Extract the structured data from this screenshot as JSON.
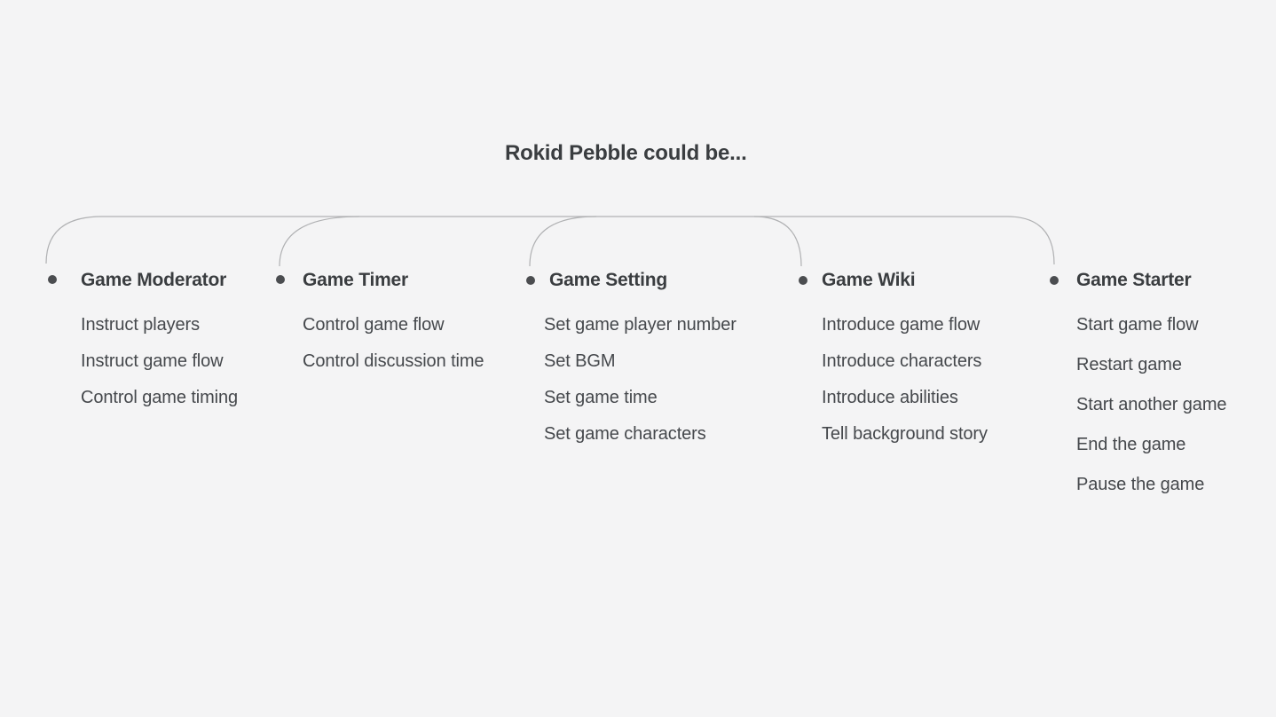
{
  "title": "Rokid Pebble could be...",
  "branches": [
    {
      "title": "Game Moderator",
      "items": [
        "Instruct players",
        "Instruct game flow",
        "Control game timing"
      ]
    },
    {
      "title": "Game Timer",
      "items": [
        "Control game flow",
        "Control discussion time"
      ]
    },
    {
      "title": "Game Setting",
      "items": [
        "Set game player number",
        "Set BGM",
        "Set game time",
        "Set game characters"
      ]
    },
    {
      "title": "Game Wiki",
      "items": [
        "Introduce game flow",
        "Introduce characters",
        "Introduce abilities",
        "Tell background story"
      ]
    },
    {
      "title": "Game Starter",
      "items": [
        "Start game flow",
        "Restart game",
        "Start another game",
        "End the game",
        "Pause the game"
      ]
    }
  ],
  "colors": {
    "background": "#f4f4f5",
    "title_text": "#3a3d40",
    "item_text": "#45484c",
    "connector_line": "#b0b1b3",
    "node_dot": "#4b4d50"
  }
}
